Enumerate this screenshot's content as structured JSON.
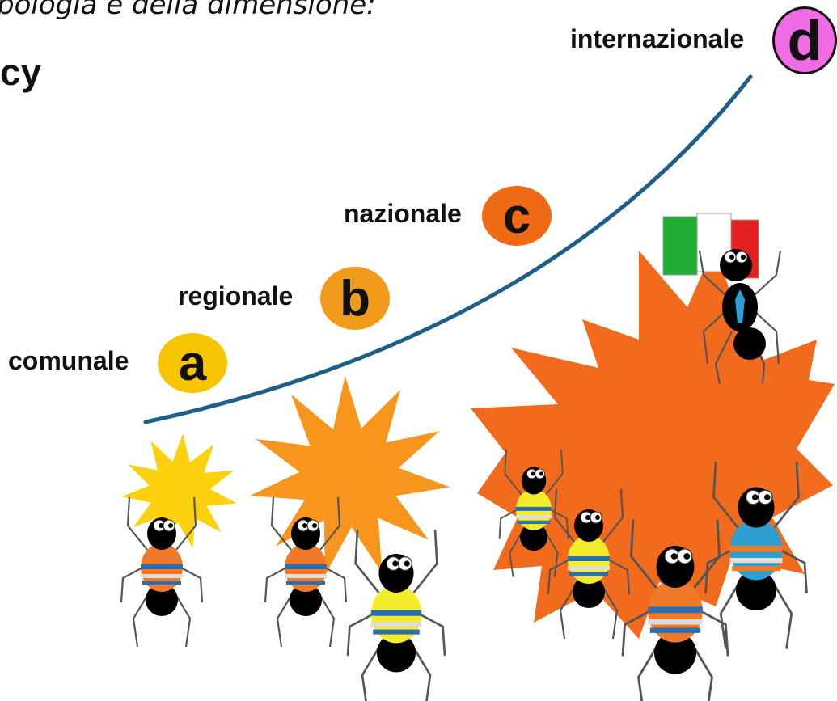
{
  "header": {
    "subtitle": "pologia e della dimensione:",
    "heading": "cy"
  },
  "levels": [
    {
      "name": "comunale",
      "letter": "a",
      "color": "#f6c400"
    },
    {
      "name": "regionale",
      "letter": "b",
      "color": "#f29b1a"
    },
    {
      "name": "nazionale",
      "letter": "c",
      "color": "#ef6a14"
    },
    {
      "name": "internazionale",
      "letter": "d",
      "color": "#f06ce4"
    }
  ],
  "colors": {
    "curve": "#1e5f8a",
    "burst_small": "#fcd20f",
    "burst_medium": "#f7951d",
    "burst_large": "#f26b1d",
    "flag_green": "#1fae32",
    "flag_white": "#ffffff",
    "flag_red": "#e32020"
  }
}
